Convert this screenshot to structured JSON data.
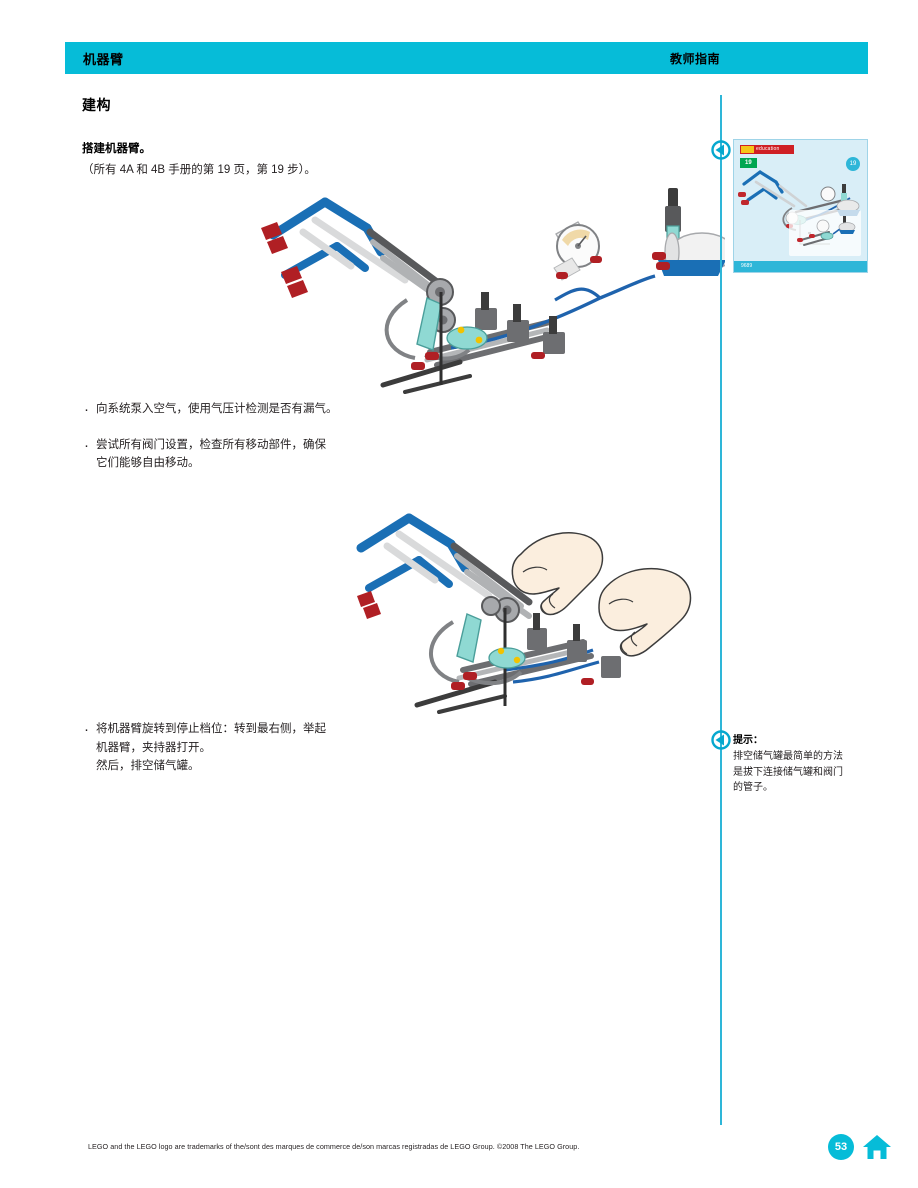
{
  "header": {
    "title": "机器臂",
    "right_label": "教师指南",
    "bar_color": "#06bcd8"
  },
  "main": {
    "section_title": "建构",
    "sub_title": "搭建机器臂。",
    "sub_note": "（所有 4A 和 4B 手册的第 19 页，第 19 步）。",
    "bullets_group_1": [
      {
        "lines": [
          "向系统泵入空气，使用气压计检测是否有漏气。"
        ]
      },
      {
        "lines": [
          "尝试所有阀门设置，检查所有移动部件，确保",
          "它们能够自由移动。"
        ]
      }
    ],
    "bullets_group_2": [
      {
        "lines": [
          "将机器臂旋转到停止档位：转到最右侧，举起",
          "机器臂，夹持器打开。",
          "然后，排空储气罐。"
        ]
      }
    ],
    "illustration_1_alt": "LEGO 气动机器臂模型，带压力表、储气罐和气泵",
    "illustration_2_alt": "双手操作机器臂阀门的示意图"
  },
  "sidebar": {
    "thumbnail": {
      "logo_text": "education",
      "step_badge": "19",
      "page_badge": "19",
      "footer_text": "9689",
      "alt": "搭建手册第 19 页缩略图"
    },
    "tip": {
      "title": "提示：",
      "lines": [
        "排空储气罐最简单的方法",
        "是拔下连接储气罐和阀门",
        "的管子。"
      ]
    },
    "rail_color": "#2eb6d8"
  },
  "footer": {
    "legal": "LEGO and the LEGO logo are trademarks of the/sont des marques de commerce de/son marcas registradas de LEGO Group. ©2008 The LEGO Group.",
    "page_number": "53",
    "home_icon": "home-icon",
    "accent_color": "#06bcd8"
  }
}
